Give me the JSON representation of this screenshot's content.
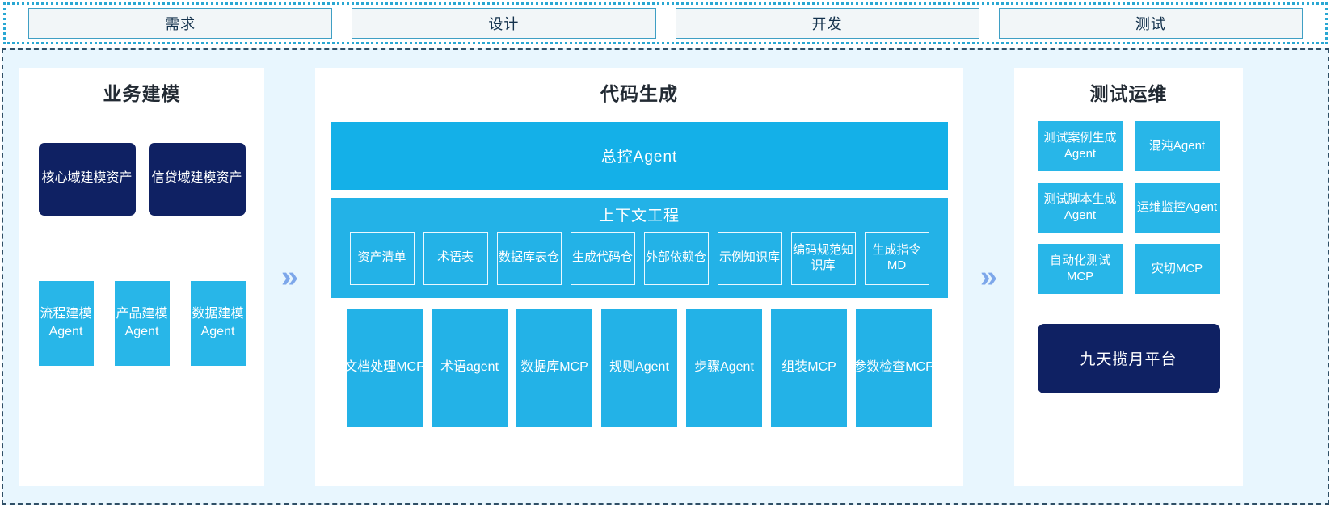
{
  "phases": {
    "items": [
      {
        "label": "需求"
      },
      {
        "label": "设计"
      },
      {
        "label": "开发"
      },
      {
        "label": "测试"
      }
    ]
  },
  "colors": {
    "accent_blue": "#23b2e7",
    "tile_blue": "#28b6e8",
    "navy": "#0f2163",
    "panel_bg": "#e8f6fe",
    "chevron": "#7da7ea",
    "phase_border": "#3f9fc4",
    "container_border": "#2f4f66"
  },
  "arrows": {
    "left_to_center": "»",
    "center_to_right": "»"
  },
  "business_modeling": {
    "title": "业务建模",
    "assets": [
      {
        "label": "核心域建模资产"
      },
      {
        "label": "信贷域建模资产"
      }
    ],
    "agents": [
      {
        "label": "流程建模Agent"
      },
      {
        "label": "产品建模Agent"
      },
      {
        "label": "数据建模Agent"
      }
    ]
  },
  "code_generation": {
    "title": "代码生成",
    "master_agent": "总控Agent",
    "context_engineering": {
      "title": "上下文工程",
      "items": [
        {
          "label": "资产清单"
        },
        {
          "label": "术语表"
        },
        {
          "label": "数据库表仓"
        },
        {
          "label": "生成代码仓"
        },
        {
          "label": "外部依赖仓"
        },
        {
          "label": "示例知识库"
        },
        {
          "label": "编码规范知识库"
        },
        {
          "label": "生成指令MD"
        }
      ]
    },
    "tools": [
      {
        "label": "文档处理MCP"
      },
      {
        "label": "术语agent"
      },
      {
        "label": "数据库MCP"
      },
      {
        "label": "规则Agent"
      },
      {
        "label": "步骤Agent"
      },
      {
        "label": "组装MCP"
      },
      {
        "label": "参数检查MCP"
      }
    ]
  },
  "test_ops": {
    "title": "测试运维",
    "tiles": [
      {
        "label": "测试案例生成Agent"
      },
      {
        "label": "混沌Agent"
      },
      {
        "label": "测试脚本生成Agent"
      },
      {
        "label": "运维监控Agent"
      },
      {
        "label": "自动化测试MCP"
      },
      {
        "label": "灾切MCP"
      }
    ],
    "platform": "九天揽月平台"
  }
}
